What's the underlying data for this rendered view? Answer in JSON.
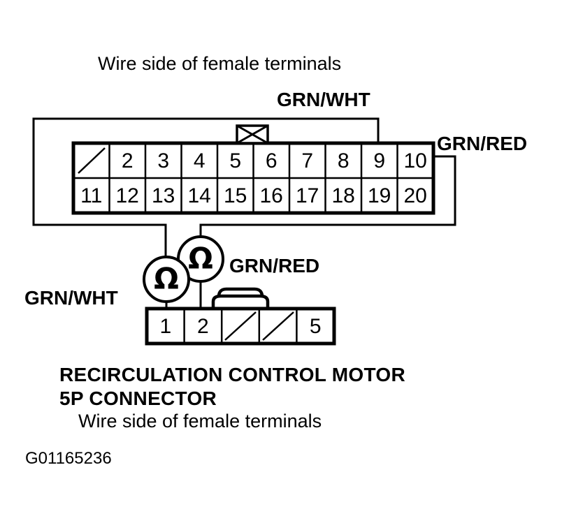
{
  "figure": {
    "id_code": "G01165236",
    "top_caption": "Wire side of female terminals",
    "bottom_caption": "Wire side of female terminals",
    "title_line1": "RECIRCULATION CONTROL MOTOR",
    "title_line2": "5P CONNECTOR",
    "ink_color": "#000000",
    "background_color": "#ffffff"
  },
  "connector_20p": {
    "name": "20P connector",
    "top_row": [
      "",
      "2",
      "3",
      "4",
      "5",
      "6",
      "7",
      "8",
      "9",
      "10"
    ],
    "bottom_row": [
      "11",
      "12",
      "13",
      "14",
      "15",
      "16",
      "17",
      "18",
      "19",
      "20"
    ],
    "blank_cells_top": [
      0
    ],
    "key_marker": "crossed-box"
  },
  "connector_5p": {
    "name": "RECIRCULATION CONTROL MOTOR 5P CONNECTOR",
    "cells": [
      "1",
      "2",
      "",
      "",
      "5"
    ],
    "blank_cells": [
      2,
      3
    ],
    "latch": "tab"
  },
  "labels": {
    "grn_wht_top": "GRN/WHT",
    "grn_red_right": "GRN/RED",
    "grn_red_mid": "GRN/RED",
    "grn_wht_left": "GRN/WHT"
  },
  "meters": [
    {
      "name": "ohmmeter-left",
      "symbol": "Ω",
      "measures": "GRN/WHT circuit"
    },
    {
      "name": "ohmmeter-right",
      "symbol": "Ω",
      "measures": "GRN/RED circuit"
    }
  ]
}
